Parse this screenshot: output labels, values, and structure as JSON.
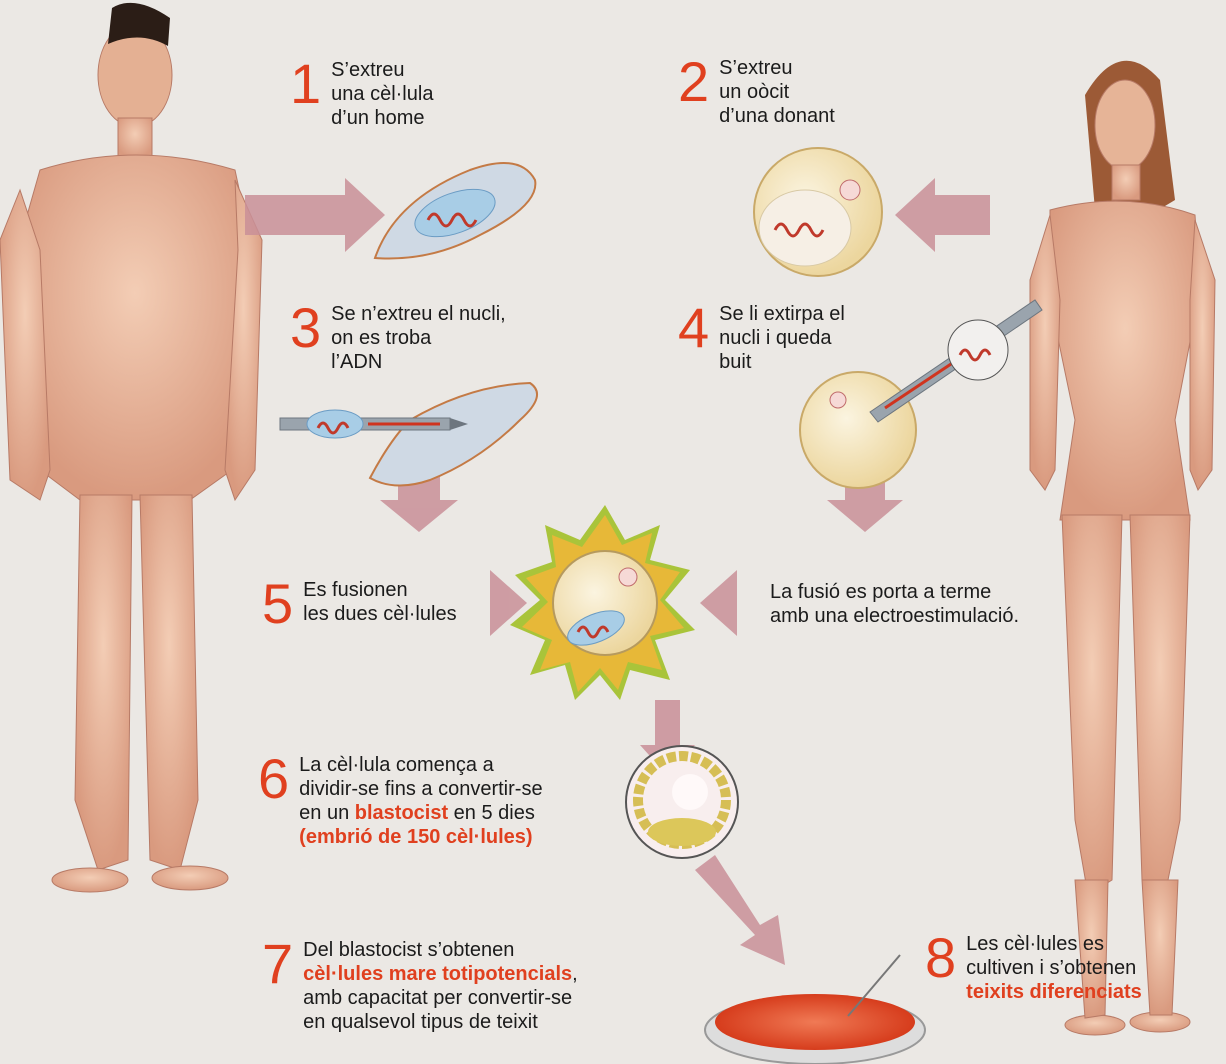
{
  "steps": [
    {
      "num": "1",
      "lines": [
        "S’extreu",
        "una cèl·lula",
        "d’un home"
      ]
    },
    {
      "num": "2",
      "lines": [
        "S’extreu",
        "un oòcit",
        "d’una donant"
      ]
    },
    {
      "num": "3",
      "lines": [
        "Se n’extreu el nucli,",
        "on es troba",
        "l’ADN"
      ]
    },
    {
      "num": "4",
      "lines": [
        "Se li extirpa el",
        "nucli i queda",
        "buit"
      ]
    },
    {
      "num": "5",
      "lines": [
        "Es fusionen",
        "les dues cèl·lules"
      ]
    },
    {
      "num": "6",
      "lines": [
        "La cèl·lula comença a",
        "dividir-se fins a convertir-se"
      ],
      "line3_pre": "en un ",
      "line3_hl": "blastocist",
      "line3_post": " en 5 dies",
      "line4_hl": "(embrió de 150 cèl·lules)"
    },
    {
      "num": "7",
      "line1": "Del blastocist s’obtenen",
      "line2_hl": "cèl·lules mare totipotencials",
      "line2_post": ",",
      "line3": "amb capacitat per convertir-se",
      "line4": "en qualsevol tipus de teixit"
    },
    {
      "num": "8",
      "line1": "Les cèl·lules es",
      "line2": "cultiven i s’obtenen",
      "line3_hl": "teixits diferenciats"
    }
  ],
  "fusion_note": [
    "La fusió es porta a terme",
    "amb una electroestimulació."
  ],
  "colors": {
    "accent": "#e0401f",
    "arrow": "#c98f98",
    "cell_blue": "#b8d4e8",
    "oocyte": "#f3e4b4",
    "skin": "#e8b9a0"
  }
}
